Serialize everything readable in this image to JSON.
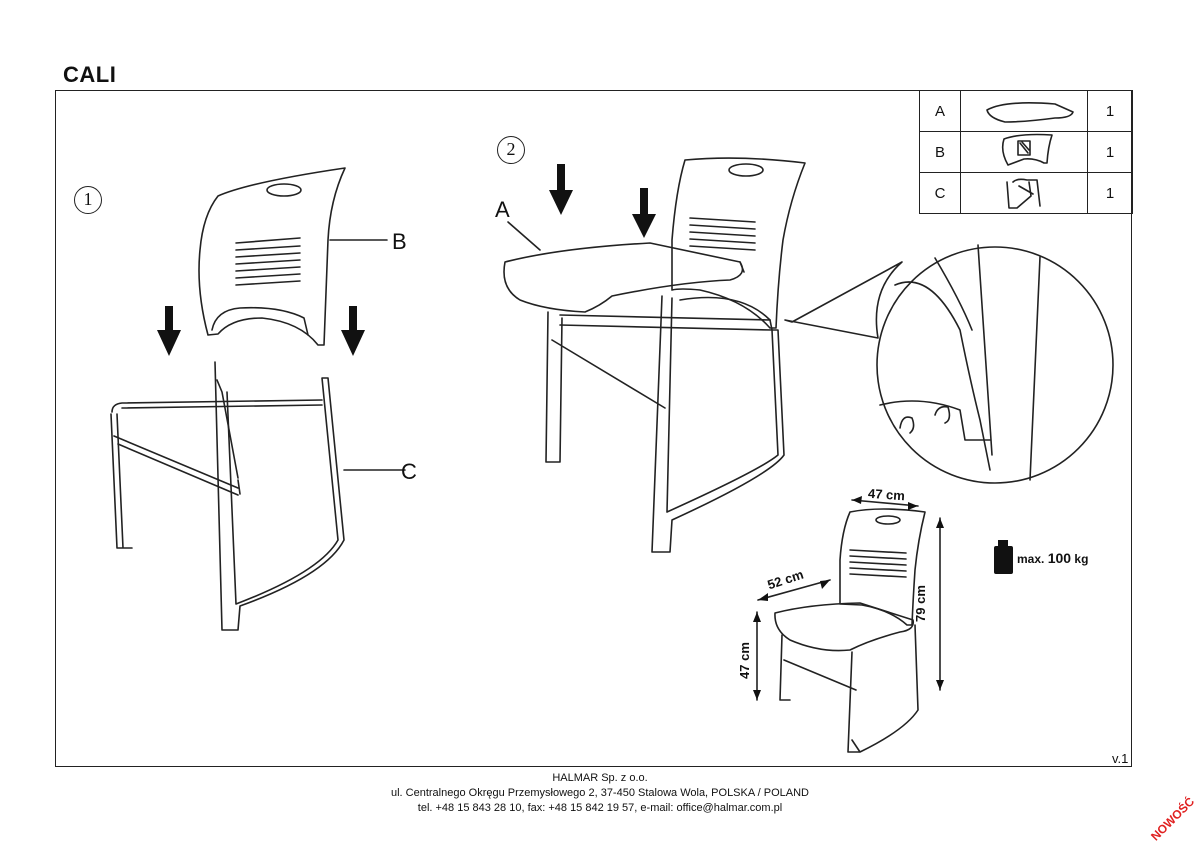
{
  "title": "CALI",
  "parts": [
    {
      "letter": "A",
      "icon": "seat-icon",
      "qty": "1"
    },
    {
      "letter": "B",
      "icon": "backrest-icon",
      "qty": "1"
    },
    {
      "letter": "C",
      "icon": "frame-icon",
      "qty": "1"
    }
  ],
  "step1": {
    "number": "1",
    "label_b": "B",
    "label_c": "C"
  },
  "step2": {
    "number": "2",
    "label_a": "A"
  },
  "dimensions": {
    "width": "47 cm",
    "depth": "52 cm",
    "height": "79 cm",
    "seat_height": "47 cm"
  },
  "max_load": {
    "prefix": "max.",
    "value": "100",
    "unit": "kg"
  },
  "version": "v.1",
  "footer": {
    "company": "HALMAR Sp. z o.o.",
    "address": "ul. Centralnego Okręgu Przemysłowego 2, 37-450 Stalowa Wola, POLSKA / POLAND",
    "contact": "tel. +48 15 843 28 10, fax: +48 15 842 19 57, e-mail: office@halmar.com.pl"
  },
  "badge": "NOWOŚĆ"
}
